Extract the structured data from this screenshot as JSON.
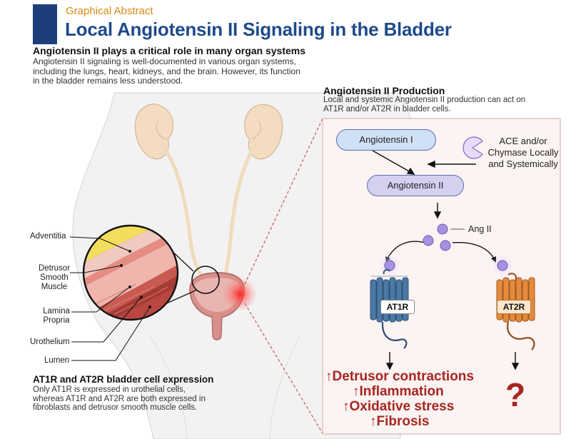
{
  "header": {
    "kicker": "Graphical Abstract",
    "title": "Local Angiotensin II Signaling in the Bladder"
  },
  "intro": {
    "heading": "Angiotensin II plays a critical role in many organ systems",
    "body": "Angiotensin II signaling is well-documented in various organ systems, including the lungs, heart, kidneys, and the brain. However, its function in the bladder remains less understood."
  },
  "production": {
    "heading": "Angiotensin II Production",
    "body": "Local and systemic Angiotensin II production can act on AT1R and/or AT2R in bladder cells."
  },
  "expression": {
    "heading": "AT1R and AT2R bladder cell expression",
    "body": "Only AT1R is expressed in urothelial cells, whereas AT1R and AT2R are both expressed in fibroblasts and detrusor smooth muscle cells."
  },
  "layers": {
    "adventitia": "Adventitia",
    "detrusor": "Detrusor Smooth Muscle",
    "lamina": "Lamina Propria",
    "urothelium": "Urothelium",
    "lumen": "Lumen"
  },
  "pathway": {
    "angiotensin_i": "Angiotensin I",
    "angiotensin_ii": "Angiotensin II",
    "ace": "ACE and/or Chymase Locally and Systemically",
    "ang_ii": "Ang II",
    "at1r": "AT1R",
    "at2r": "AT2R"
  },
  "effects": {
    "e1": "↑Detrusor contractions",
    "e2": "↑Inflammation",
    "e3": "↑Oxidative stress",
    "e4": "↑Fibrosis",
    "unknown": "?"
  },
  "colors": {
    "title_blue": "#1f4a8a",
    "kicker_orange": "#d58a12",
    "effect_red": "#a7261f",
    "at1r_blue": "#3d6a93",
    "at2r_orange": "#e58a3c",
    "panel_bg": "#fcf3f3"
  }
}
